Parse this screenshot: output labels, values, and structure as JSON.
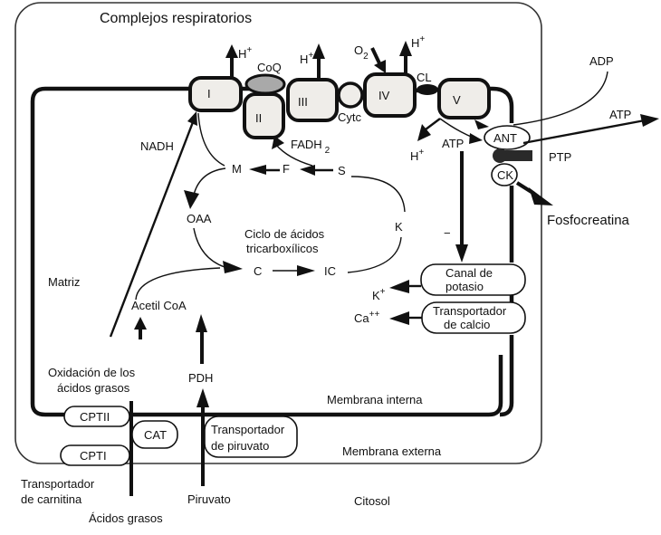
{
  "title": "Complejos respiratorios",
  "compartments": {
    "matrix": "Matriz",
    "inner_membrane": "Membrana interna",
    "outer_membrane": "Membrana externa",
    "cytosol": "Citosol"
  },
  "complexes": {
    "I": "I",
    "II": "II",
    "III": "III",
    "IV": "IV",
    "V": "V",
    "CoQ": "CoQ",
    "Cytc": "Cytc",
    "CL": "CL"
  },
  "colors": {
    "complex_fill": "#efede9",
    "coq_fill": "#a9a9a9",
    "cl_fill": "#111111",
    "ptp_fill": "#2a2a2a",
    "line": "#111111"
  },
  "protons": {
    "base": "H",
    "charge": "+"
  },
  "oxygen": {
    "base": "O",
    "sub": "2"
  },
  "metabolites": {
    "nadh": "NADH",
    "fadh2_base": "FADH",
    "fadh2_sub": "2",
    "atp_matrix": "ATP",
    "adp": "ADP",
    "atp_cytosol": "ATP",
    "phosphocreatine": "Fosfocreatina",
    "acetyl_coa": "Acetil CoA",
    "pdh": "PDH",
    "pyruvate": "Piruvato",
    "fatty_acids": "Ácidos grasos",
    "fatty_acid_oxidation_line1": "Oxidación de los",
    "fatty_acid_oxidation_line2": "ácidos grasos",
    "potassium_base": "K",
    "potassium_charge": "+",
    "calcium_base": "Ca",
    "calcium_charge": "++",
    "inhibition_sign": "−"
  },
  "tca_cycle": {
    "title_line1": "Ciclo de ácidos",
    "title_line2": "tricarboxílicos",
    "intermediates": [
      "OAA",
      "C",
      "IC",
      "K",
      "S",
      "F",
      "M"
    ]
  },
  "transporters": {
    "ant": "ANT",
    "ptp": "PTP",
    "ck": "CK",
    "potassium_channel_line1": "Canal de",
    "potassium_channel_line2": "potasio",
    "calcium_transporter_line1": "Transportador",
    "calcium_transporter_line2": "de calcio",
    "cptii": "CPTII",
    "cpti": "CPTI",
    "cat": "CAT",
    "pyruvate_transporter_line1": "Transportador",
    "pyruvate_transporter_line2": "de piruvato",
    "carnitine_transporter_line1": "Transportador",
    "carnitine_transporter_line2": "de carnitina"
  }
}
